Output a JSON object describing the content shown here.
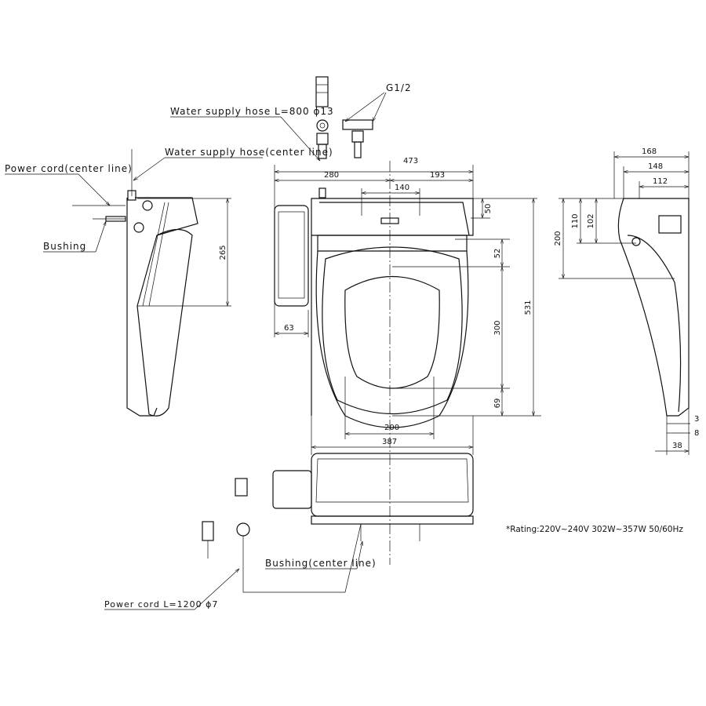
{
  "labels": {
    "water_hose_length": "Water supply hose L=800 ϕ13",
    "water_hose_center": "Water supply hose(center line)",
    "power_cord_center": "Power cord(center line)",
    "bushing": "Bushing",
    "thread": "G1/2",
    "bushing_center": "Bushing(center line)",
    "power_cord_length": "Power cord L=1200 ϕ7",
    "rating": "*Rating:220V~240V 302W~357W  50/60Hz"
  },
  "dimensions": {
    "side_left_height": "265",
    "front_total_width": "473",
    "front_left_width": "280",
    "front_right_width": "193",
    "front_hinge_span": "140",
    "front_top_depth": "50",
    "front_hinge_offset": "52",
    "front_opening_length": "300",
    "front_front_offset": "69",
    "front_total_length": "531",
    "front_panel_width": "63",
    "front_opening_width": "200",
    "front_seat_width": "387",
    "side_right_d1": "168",
    "side_right_d2": "148",
    "side_right_d3": "112",
    "side_right_height": "200",
    "side_right_h110": "110",
    "side_right_h102": "102",
    "side_right_gap3": "3",
    "side_right_gap8": "8",
    "side_right_foot": "38"
  }
}
